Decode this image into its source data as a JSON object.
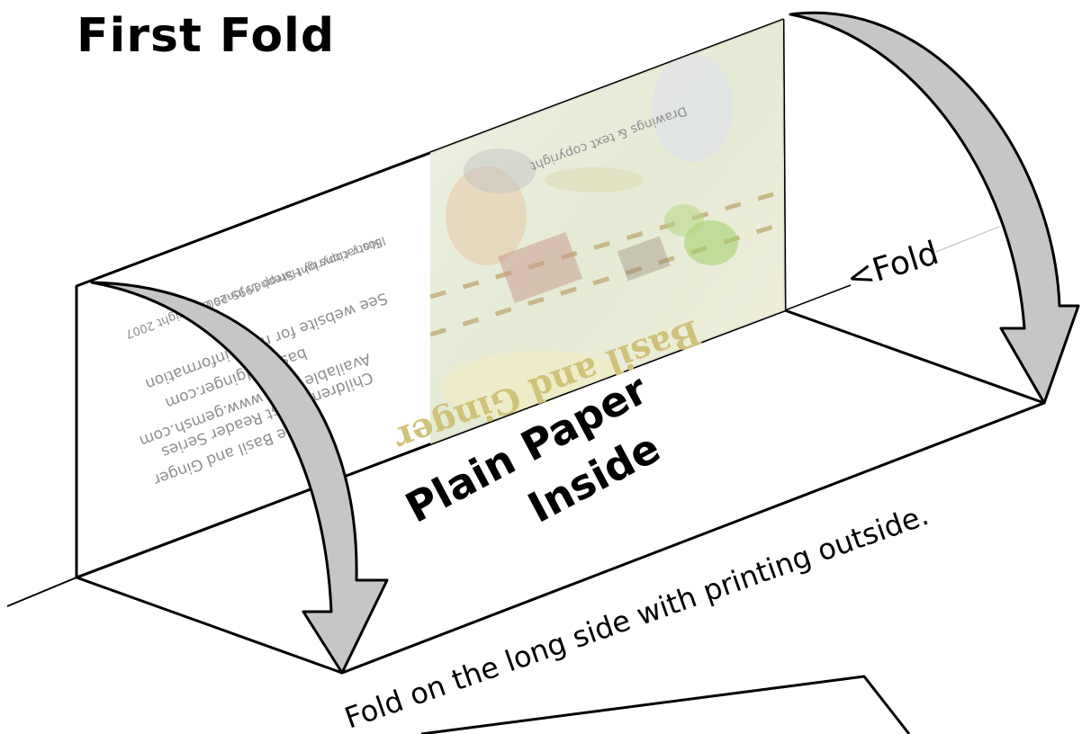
{
  "title": "First Fold",
  "fold_label": "<Fold",
  "panel_label_line1": "Plain Paper",
  "panel_label_line2": "Inside",
  "instruction": "Fold on the long side with printing outside.",
  "back_panel": {
    "book_title": "Basil and Ginger",
    "mirrored_text_lines": [
      "Story copyright Stephen Jones Copyright 2007",
      "Illustrations by Harrop 1995-2007",
      "See website for more information",
      "basilandginger.com",
      "Available from www.gemsh.com",
      "Children's First Reader Series",
      "The Basil and Ginger"
    ],
    "cover_caption": "Drawings & text copyright"
  },
  "colors": {
    "arrow_fill": "#c6c6c6",
    "arrow_stroke": "#000000",
    "mirror_text": "#8e8e8e"
  }
}
